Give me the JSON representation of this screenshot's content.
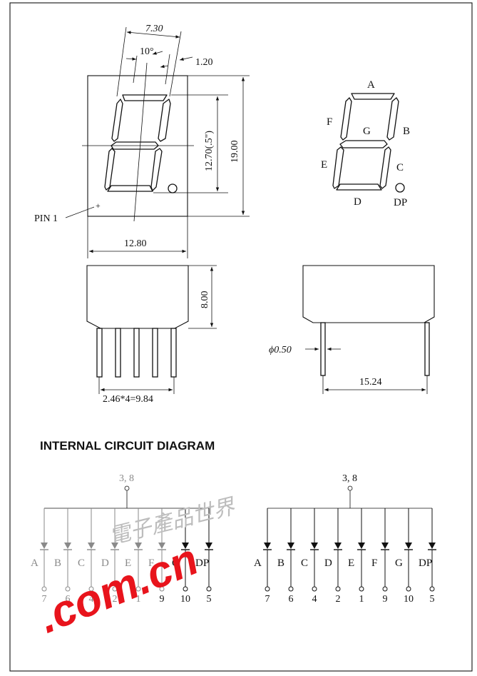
{
  "dimensions": {
    "width_top": "7.30",
    "angle": "10°",
    "segment_width": "1.20",
    "digit_height": "12.70(.5\")",
    "body_height": "19.00",
    "body_width": "12.80",
    "pin1_label": "PIN 1",
    "side_height": "8.00",
    "pin_pitch": "2.46*4=9.84",
    "pin_diameter": "ϕ0.50",
    "row_spacing": "15.24"
  },
  "segment_legend": {
    "A": "A",
    "B": "B",
    "C": "C",
    "D": "D",
    "E": "E",
    "F": "F",
    "G": "G",
    "DP": "DP"
  },
  "circuit": {
    "title": "INTERNAL CIRCUIT DIAGRAM",
    "common_pins": "3, 8",
    "segments": [
      "A",
      "B",
      "C",
      "D",
      "E",
      "F",
      "G",
      "DP"
    ],
    "pins": [
      "7",
      "6",
      "4",
      "2",
      "1",
      "9",
      "10",
      "5"
    ]
  },
  "watermark": {
    "domain_text": ".com.cn",
    "chinese_text": "電子產品世界"
  },
  "colors": {
    "line": "#111111",
    "watermark_red": "#e8141c",
    "watermark_gray": "#8a8a8a"
  }
}
